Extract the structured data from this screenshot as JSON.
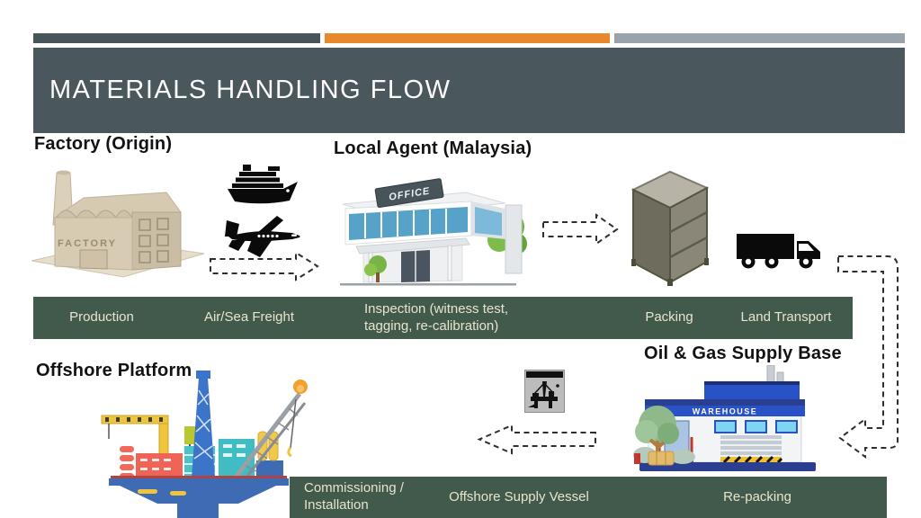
{
  "slide": {
    "title": "MATERIALS HANDLING FLOW"
  },
  "nodes": {
    "factory": {
      "label": "Factory (Origin)",
      "sign": "FACTORY"
    },
    "local_agent": {
      "label": "Local Agent (Malaysia)",
      "sign": "OFFICE"
    },
    "supply_base": {
      "label": "Oil & Gas Supply Base",
      "sign": "WAREHOUSE"
    },
    "offshore_platform": {
      "label": "Offshore Platform"
    }
  },
  "banners": {
    "top": {
      "items": [
        "Production",
        "Air/Sea Freight",
        "Inspection (witness test, tagging, re-calibration)",
        "Packing",
        "Land Transport"
      ]
    },
    "bottom": {
      "items": [
        "Commissioning / Installation",
        "Offshore Supply Vessel",
        "Re-packing"
      ]
    }
  },
  "icons": {
    "ship": "ship-icon",
    "airplane": "airplane-icon",
    "truck": "truck-icon",
    "container": "cargo-container",
    "supply_vessel": "supply-vessel-icon"
  },
  "colors": {
    "header_slate": "#4a575d",
    "accent_orange": "#e8872c",
    "accent_gray": "#9aa2ab",
    "banner_green": "#425a4b",
    "banner_text": "#e8e4cd"
  }
}
